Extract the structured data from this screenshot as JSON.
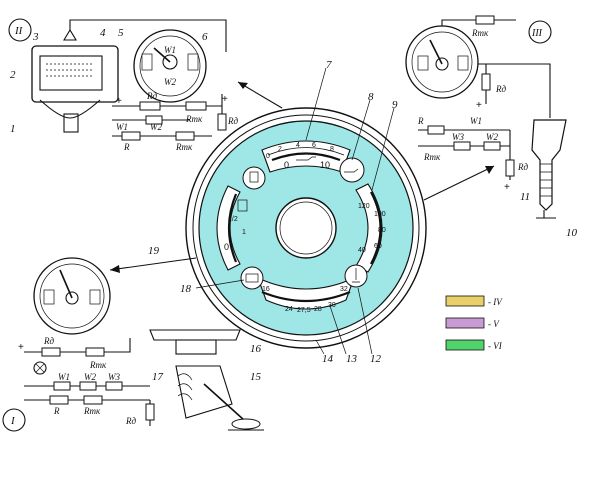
{
  "legend": [
    {
      "label": "- IV",
      "color": "#e8cf6a"
    },
    {
      "label": "- V",
      "color": "#c99bd4"
    },
    {
      "label": "- VI",
      "color": "#4fd36a"
    }
  ],
  "roman": {
    "I": "I",
    "II": "II",
    "III": "III"
  },
  "callouts": [
    "1",
    "2",
    "3",
    "4",
    "5",
    "6",
    "7",
    "8",
    "9",
    "10",
    "11",
    "12",
    "13",
    "14",
    "15",
    "16",
    "17",
    "18",
    "19"
  ],
  "resistors": {
    "rd": "Rд",
    "rtk": "Rтк",
    "r": "R",
    "w1": "W1",
    "w2": "W2",
    "w3": "W3"
  },
  "gauges": {
    "oil_scale": [
      "0",
      "2",
      "4",
      "6",
      "8",
      "10"
    ],
    "temp_scale": [
      "120",
      "100",
      "80",
      "60",
      "40"
    ],
    "fuel_scale": [
      "0",
      "1/2",
      "1"
    ],
    "volt_scale": [
      "16",
      "24",
      "27,5",
      "28",
      "30",
      "32"
    ]
  },
  "colors": {
    "panel_fill": "#9fe6e6",
    "outline": "#111111"
  }
}
